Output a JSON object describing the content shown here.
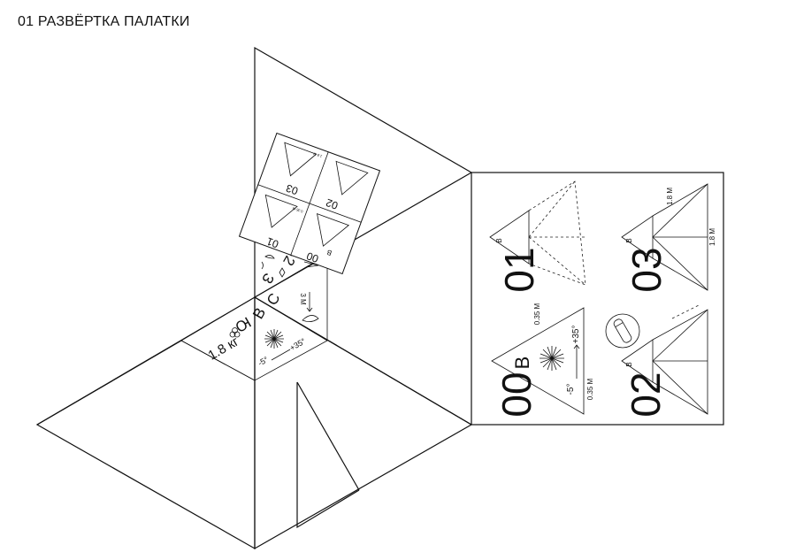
{
  "title": "01 РАЗВЁРТКА ПАЛАТКИ",
  "center_face": {
    "weight": "1.8 кг",
    "dir_south": "Ю",
    "dir_east": "В",
    "dir_north": "С",
    "dir_west": "З",
    "height": "3 М",
    "num2": "2",
    "angle_min": "-5°",
    "angle_max": "+35°"
  },
  "mini_card": {
    "n00": "00",
    "n01": "01",
    "n02": "02",
    "n03": "03",
    "label_b": "В",
    "tiny1": "1.8 М",
    "tiny2": "0.35 М"
  },
  "panel": {
    "n00": "00",
    "n01": "01",
    "n02": "02",
    "n03": "03",
    "dir_b": "В",
    "dist_1": "0.35 М",
    "dist_2": "0.35 М",
    "angle_min": "-5°",
    "angle_max": "+35°",
    "height_1": "1.8 М",
    "height_2": "1.8 М"
  }
}
